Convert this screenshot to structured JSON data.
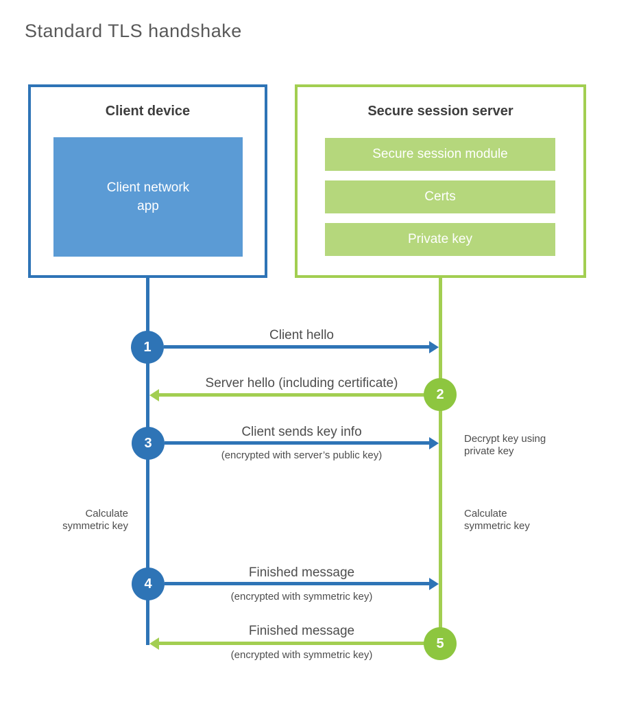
{
  "page": {
    "title": "Standard TLS handshake"
  },
  "client": {
    "title": "Client device",
    "app": "Client network\napp"
  },
  "server": {
    "title": "Secure session server",
    "modules": [
      "Secure session module",
      "Certs",
      "Private key"
    ]
  },
  "steps": [
    {
      "num": "1",
      "actor": "client",
      "label": "Client hello",
      "sub": ""
    },
    {
      "num": "2",
      "actor": "server",
      "label": "Server hello (including certificate)",
      "sub": ""
    },
    {
      "num": "3",
      "actor": "client",
      "label": "Client sends key info",
      "sub": "(encrypted with server’s public key)"
    },
    {
      "num": "4",
      "actor": "client",
      "label": "Finished message",
      "sub": "(encrypted with symmetric key)"
    },
    {
      "num": "5",
      "actor": "server",
      "label": "Finished message",
      "sub": "(encrypted with symmetric key)"
    }
  ],
  "notes": {
    "decrypt": "Decrypt key using\nprivate key",
    "calc_left": "Calculate\nsymmetric key",
    "calc_right": "Calculate\nsymmetric key"
  },
  "colors": {
    "blue": "#2e74b6",
    "blue_fill": "#5b9bd5",
    "green": "#a2ce51",
    "green_fill": "#b5d77c",
    "green_circle": "#8dc63f"
  }
}
